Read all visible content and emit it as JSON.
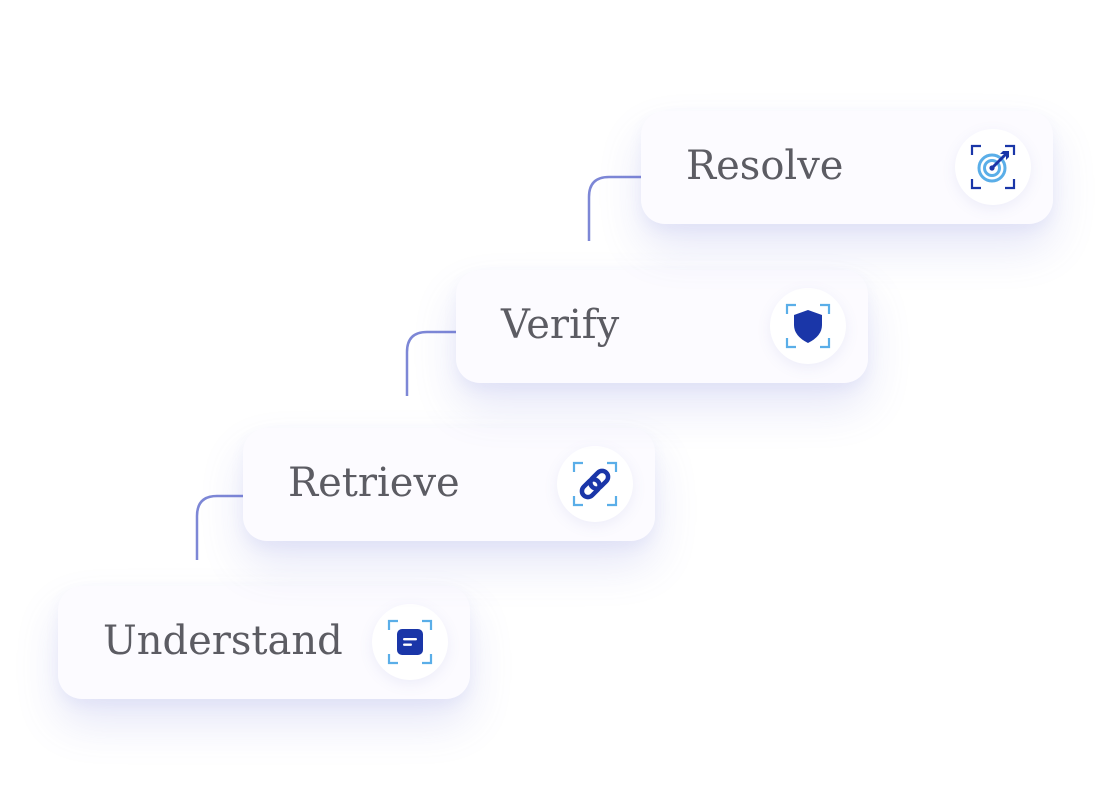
{
  "steps": [
    {
      "label": "Understand",
      "icon": "document-icon"
    },
    {
      "label": "Retrieve",
      "icon": "link-icon"
    },
    {
      "label": "Verify",
      "icon": "shield-icon"
    },
    {
      "label": "Resolve",
      "icon": "target-icon"
    }
  ],
  "colors": {
    "card_background": "#fcfbff",
    "label_text": "#5c5c63",
    "icon_primary": "#1a36a8",
    "icon_frame": "#5aaee8",
    "connector": "#7d87d6"
  }
}
